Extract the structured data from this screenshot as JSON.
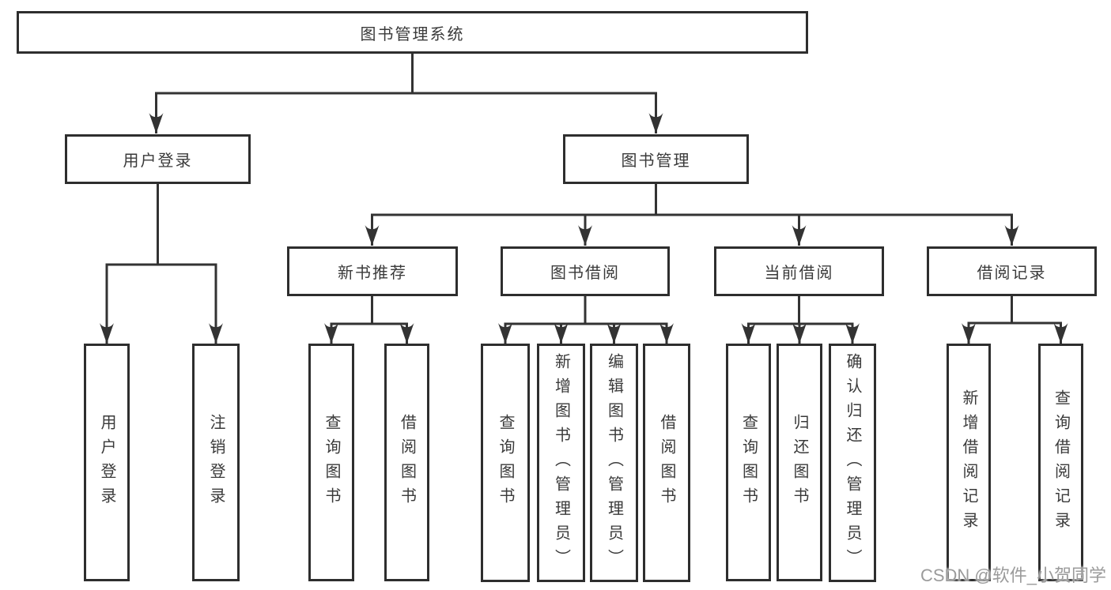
{
  "tree": {
    "label": "图书管理系统",
    "children": [
      {
        "label": "用户登录",
        "children": [
          {
            "label": "用户登录"
          },
          {
            "label": "注销登录"
          }
        ]
      },
      {
        "label": "图书管理",
        "children": [
          {
            "label": "新书推荐",
            "children": [
              {
                "label": "查询图书"
              },
              {
                "label": "借阅图书"
              }
            ]
          },
          {
            "label": "图书借阅",
            "children": [
              {
                "label": "查询图书"
              },
              {
                "label": "新增图书（管理员）"
              },
              {
                "label": "编辑图书（管理员）"
              },
              {
                "label": "借阅图书"
              }
            ]
          },
          {
            "label": "当前借阅",
            "children": [
              {
                "label": "查询图书"
              },
              {
                "label": "归还图书"
              },
              {
                "label": "确认归还（管理员）"
              }
            ]
          },
          {
            "label": "借阅记录",
            "children": [
              {
                "label": "新增借阅记录"
              },
              {
                "label": "查询借阅记录"
              }
            ]
          }
        ]
      }
    ]
  },
  "watermark": "CSDN @软件_小贺同学",
  "colors": {
    "box_border": "#2e2e2e",
    "connector": "#333333",
    "text": "#3a3a3a",
    "watermark": "#9b9b9b",
    "background": "#ffffff"
  }
}
